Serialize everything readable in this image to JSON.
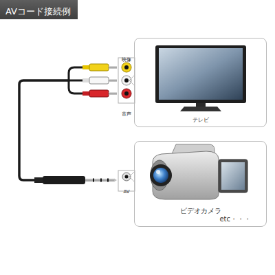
{
  "diagram": {
    "title": "AVコード接続例",
    "nodes": [
      {
        "text": [
          "テレビ"
        ]
      },
      {
        "text": [
          "ビデオカメラ",
          "etc・・・"
        ]
      }
    ],
    "labels": [
      "映像",
      "音声",
      "AV"
    ]
  }
}
